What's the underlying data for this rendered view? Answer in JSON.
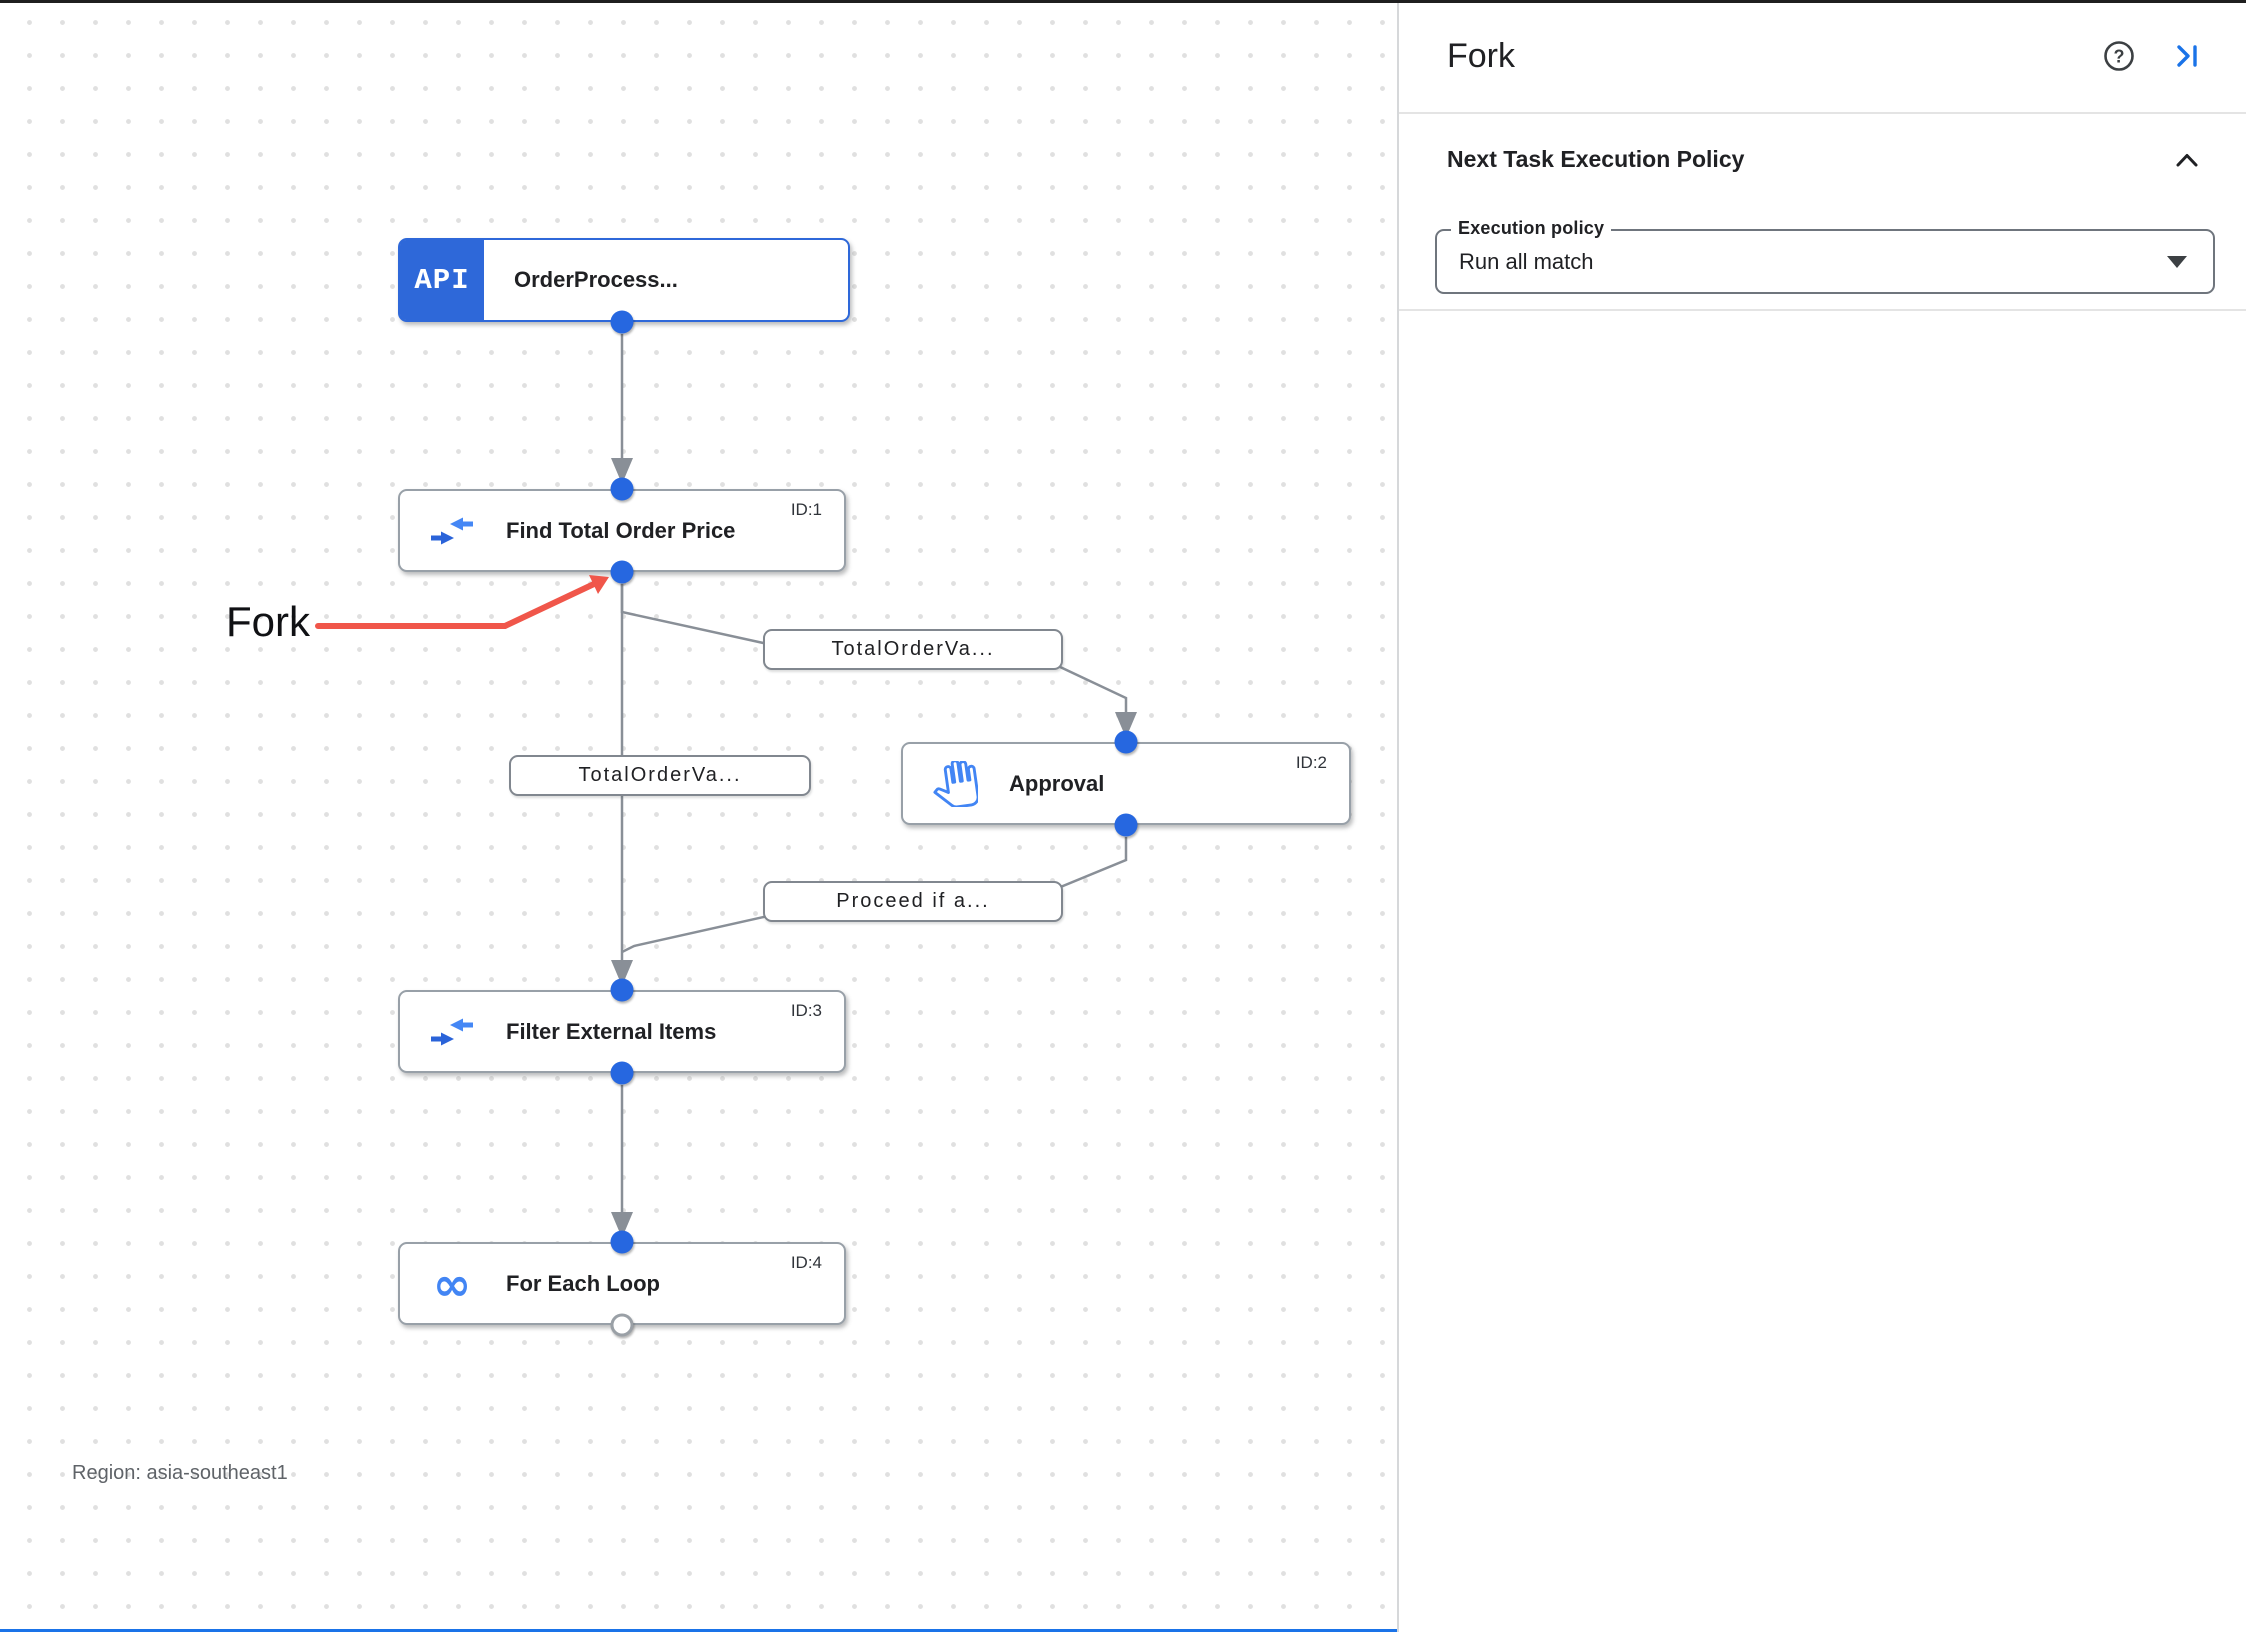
{
  "panel": {
    "title": "Fork",
    "section": {
      "title": "Next Task Execution Policy",
      "field_label": "Execution policy",
      "field_value": "Run all match"
    }
  },
  "canvas": {
    "region_label": "Region: asia-southeast1",
    "annotation_label": "Fork",
    "nodes": [
      {
        "title": "OrderProcess...",
        "badge": "API",
        "id_label": "",
        "icon": "api-trigger"
      },
      {
        "title": "Find Total Order Price",
        "id_label": "ID:1",
        "icon": "data-mapping"
      },
      {
        "title": "Approval",
        "id_label": "ID:2",
        "icon": "hand"
      },
      {
        "title": "Filter External Items",
        "id_label": "ID:3",
        "icon": "data-mapping"
      },
      {
        "title": "For Each Loop",
        "id_label": "ID:4",
        "icon": "infinity-loop"
      }
    ],
    "edge_labels": [
      {
        "text": "TotalOrderVa..."
      },
      {
        "text": "TotalOrderVa..."
      },
      {
        "text": "Proceed if a..."
      }
    ],
    "colors": {
      "accent_blue": "#1a73e8",
      "node_border_blue": "#2e68d9",
      "port_blue": "#2667e0",
      "edge_gray": "#898f97",
      "annotation_red": "#f0564a"
    }
  }
}
